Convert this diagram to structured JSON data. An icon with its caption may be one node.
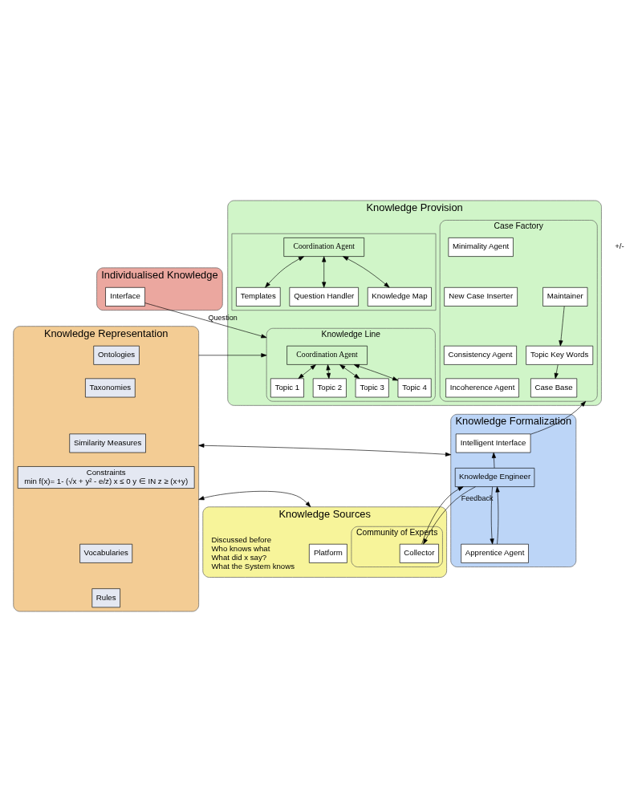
{
  "diagram": {
    "nodes": [
      {
        "text": [
          "Individualised Knowledge"
        ]
      },
      {
        "text": [
          "Interface"
        ],
        "in": 0
      },
      {
        "text": [
          "Knowledge Provision"
        ]
      },
      {
        "text": [
          "Case Factory"
        ],
        "in": 2
      },
      {
        "text": [
          "Maintainer"
        ],
        "in": 3
      },
      {
        "text": [
          "Topic Key Words"
        ],
        "in": 3
      },
      {
        "text": [
          "Case Base"
        ],
        "in": 3
      },
      {
        "text": [
          "Minimality Agent"
        ],
        "in": 3
      },
      {
        "text": [
          "New Case Inserter"
        ],
        "in": 3
      },
      {
        "text": [
          "Consistency Agent"
        ],
        "in": 3
      },
      {
        "text": [
          "Incoherence Agent"
        ],
        "in": 3
      },
      {
        "text": [
          "Knowledge Line"
        ],
        "in": 2
      },
      {
        "text": [
          "Coordination Agent"
        ],
        "in": 11
      },
      {
        "text": [
          "Topic 1"
        ],
        "in": 11
      },
      {
        "text": [
          "Topic 2"
        ],
        "in": 11
      },
      {
        "text": [
          "Topic 3"
        ],
        "in": 11
      },
      {
        "text": [
          "Topic 4"
        ],
        "in": 11
      },
      {
        "text": [],
        "shape": "box",
        "in": 2
      },
      {
        "text": [
          "Templates"
        ],
        "in": 17
      },
      {
        "text": [
          "Coordination Agent"
        ],
        "in": 17
      },
      {
        "text": [
          "Question Handler"
        ],
        "in": 17
      },
      {
        "text": [
          "Knowledge Map"
        ],
        "in": 17
      },
      {
        "text": [
          "Knowledge Formalization"
        ]
      },
      {
        "text": [
          "Intelligent Interface"
        ],
        "in": 22
      },
      {
        "text": [
          "Knowledge Engineer"
        ],
        "in": 22
      },
      {
        "text": [
          "Apprentice Agent"
        ],
        "in": 22
      },
      {
        "text": [
          "Knowledge Sources"
        ]
      },
      {
        "text": [
          "Community of Experts"
        ],
        "in": 26
      },
      {
        "text": [
          "Collector"
        ],
        "in": 27
      },
      {
        "text": [
          "Platform"
        ],
        "in": 26,
        "beside": [
          "Discussed before",
          "Who knows what",
          "What did x say?",
          "What the System knows"
        ]
      },
      {
        "text": [
          "Knowledge Representation"
        ]
      },
      {
        "text": [
          "Ontologies"
        ],
        "in": 30
      },
      {
        "text": [
          "Taxonomies"
        ],
        "in": 30
      },
      {
        "text": [
          "Similarity Measures"
        ],
        "in": 30
      },
      {
        "text": [
          "Constraints",
          "min f(x)= 1- (√x + y² - e/z) x ≤ 0 y ∈ IN z ≥ (x+y)"
        ],
        "in": 30
      },
      {
        "text": [
          "Vocabularies"
        ],
        "in": 30
      },
      {
        "text": [
          "Rules"
        ],
        "in": 30
      }
    ],
    "edges": [
      {
        "from": 1,
        "to": 11,
        "arrow": "to",
        "label": "Question"
      },
      {
        "from": 4,
        "to": 5,
        "arrow": "to"
      },
      {
        "from": 5,
        "to": 6,
        "arrow": "to"
      },
      {
        "from": 12,
        "to": 13,
        "arrow": "both"
      },
      {
        "from": 12,
        "to": 14,
        "arrow": "both"
      },
      {
        "from": 12,
        "to": 15,
        "arrow": "both"
      },
      {
        "from": 12,
        "to": 16,
        "arrow": "both"
      },
      {
        "from": 19,
        "to": 18,
        "arrow": "both"
      },
      {
        "from": 19,
        "to": 20,
        "arrow": "both"
      },
      {
        "from": 19,
        "to": 21,
        "arrow": "both"
      },
      {
        "from": 30,
        "to": 11,
        "arrow": "to"
      },
      {
        "from": 23,
        "to": 3,
        "arrow": "to"
      },
      {
        "from": 24,
        "to": 23,
        "arrow": "to"
      },
      {
        "from": 24,
        "to": 25,
        "arrow": "to"
      },
      {
        "from": 25,
        "to": 24,
        "arrow": "to"
      },
      {
        "from": 30,
        "to": 22,
        "arrow": "both"
      },
      {
        "from": 24,
        "to": 28,
        "arrow": "to",
        "label": "Feedback"
      },
      {
        "from": 28,
        "to": 24,
        "arrow": "to"
      },
      {
        "from": 30,
        "to": 26,
        "arrow": "both"
      }
    ],
    "labels": [
      "+/-"
    ]
  }
}
